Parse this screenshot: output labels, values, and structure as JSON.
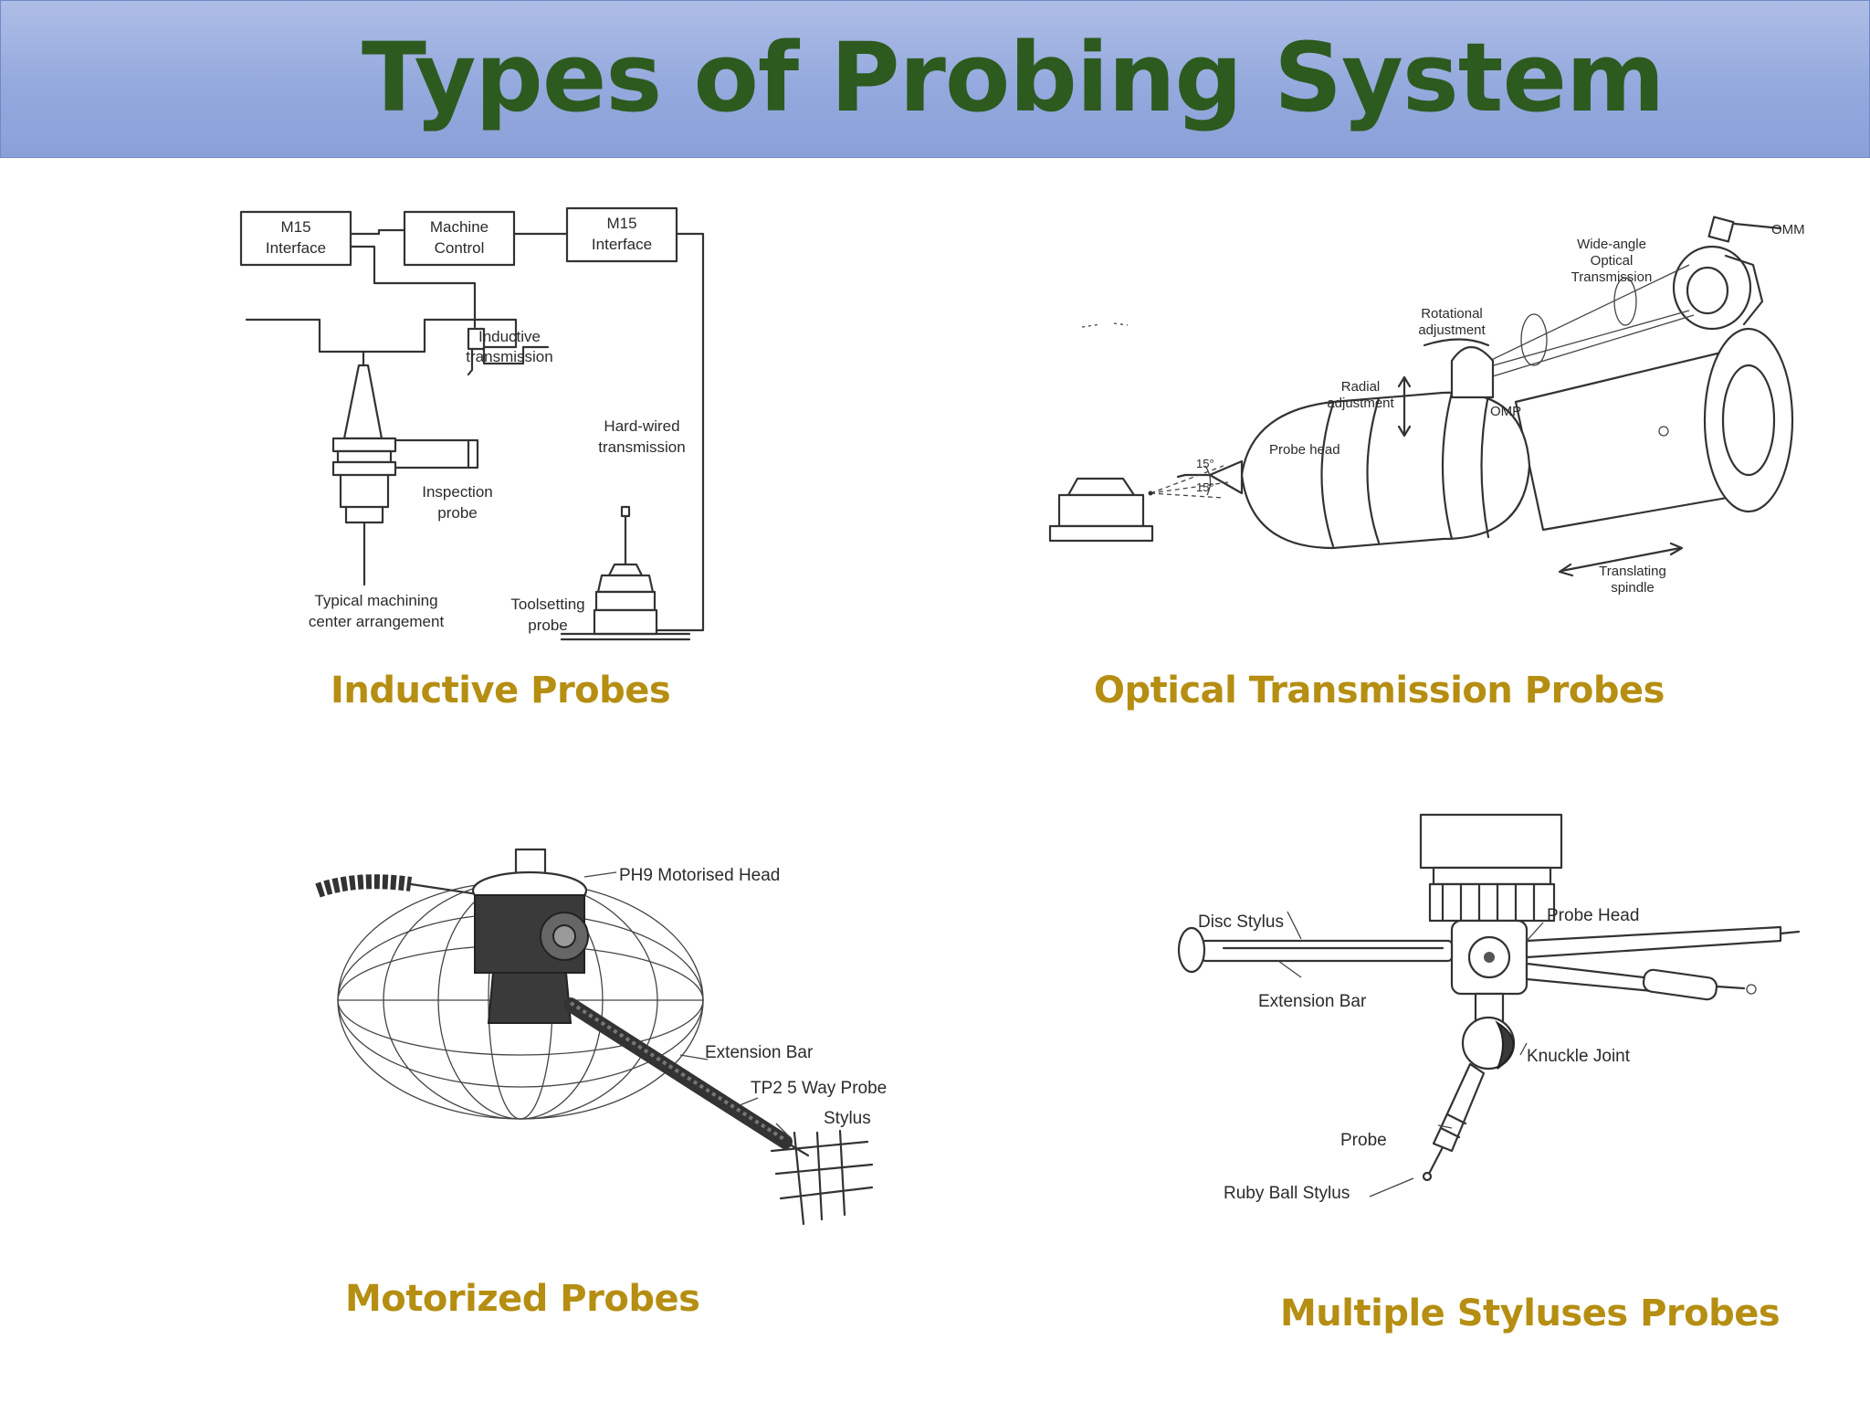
{
  "slide": {
    "title": "Types of Probing System"
  },
  "panels": {
    "inductive": {
      "caption": "Inductive Probes",
      "labels": {
        "m15_left_l1": "M15",
        "m15_left_l2": "Interface",
        "machine_l1": "Machine",
        "machine_l2": "Control",
        "m15_right_l1": "M15",
        "m15_right_l2": "Interface",
        "inductive_l1": "Inductive",
        "inductive_l2": "transmission",
        "hardwired_l1": "Hard-wired",
        "hardwired_l2": "transmission",
        "inspection_l1": "Inspection",
        "inspection_l2": "probe",
        "typical_l1": "Typical machining",
        "typical_l2": "center arrangement",
        "toolsetting_l1": "Toolsetting",
        "toolsetting_l2": "probe"
      }
    },
    "optical": {
      "caption": "Optical Transmission Probes",
      "labels": {
        "omm": "OMM",
        "wide_l1": "Wide-angle",
        "wide_l2": "Optical",
        "wide_l3": "Transmission",
        "rot_l1": "Rotational",
        "rot_l2": "adjustment",
        "radial_l1": "Radial",
        "radial_l2": "adjustment",
        "omp": "OMP",
        "probe_head": "Probe head",
        "angle_top": "15°",
        "angle_bottom": "15°",
        "trans_l1": "Translating",
        "trans_l2": "spindle"
      }
    },
    "motorized": {
      "caption": "Motorized Probes",
      "labels": {
        "ph9": "PH9 Motorised Head",
        "extension": "Extension Bar",
        "tp2": "TP2 5 Way Probe",
        "stylus": "Stylus"
      }
    },
    "multiple": {
      "caption": "Multiple Styluses Probes",
      "labels": {
        "disc": "Disc Stylus",
        "probe_head": "Probe Head",
        "extension": "Extension Bar",
        "knuckle": "Knuckle Joint",
        "probe": "Probe",
        "ruby": "Ruby Ball Stylus"
      }
    }
  },
  "colors": {
    "title_text": "#2d5a1f",
    "caption_text": "#b58e12",
    "title_bar": "#94a9dd"
  }
}
